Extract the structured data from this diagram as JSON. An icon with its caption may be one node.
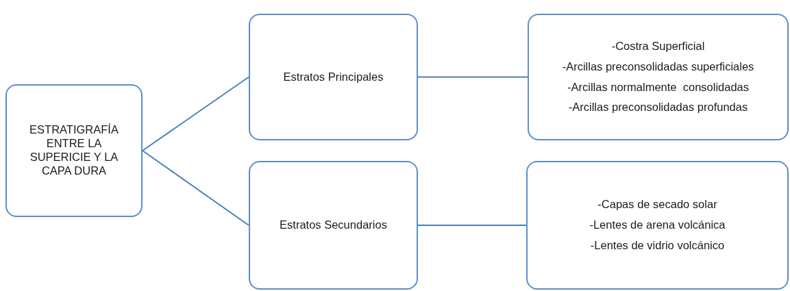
{
  "diagram": {
    "nodes": [
      {
        "text": [
          "ESTRATIGRAFÍA ENTRE LA SUPERICIE Y LA CAPA DURA"
        ]
      },
      {
        "text": [
          "Estratos Principales"
        ]
      },
      {
        "text": [
          "Estratos Secundarios"
        ]
      },
      {
        "text": [
          "-Costra Superficial",
          "-Arcillas preconsolidadas superficiales",
          "-Arcillas normalmente  consolidadas",
          "-Arcillas preconsolidadas profundas"
        ]
      },
      {
        "text": [
          "-Capas de secado solar",
          "-Lentes de arena volcánica",
          "-Lentes de vidrio volcánico"
        ]
      }
    ],
    "edges": [
      {
        "from": 0,
        "to": 1,
        "arrow": "none"
      },
      {
        "from": 0,
        "to": 2,
        "arrow": "none"
      },
      {
        "from": 1,
        "to": 3,
        "arrow": "none"
      },
      {
        "from": 2,
        "to": 4,
        "arrow": "none"
      }
    ]
  }
}
